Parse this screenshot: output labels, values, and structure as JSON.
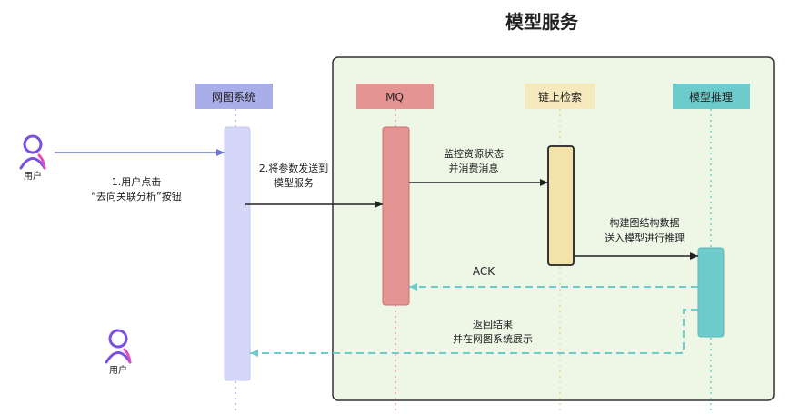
{
  "title": "模型服务",
  "participants": {
    "web": "网图系统",
    "mq": "MQ",
    "chain": "链上检索",
    "model": "模型推理"
  },
  "actors": {
    "top": "用户",
    "bottom": "用户"
  },
  "messages": {
    "m1": [
      "1.用户点击",
      "“去向关联分析”按钮"
    ],
    "m2": [
      "2.将参数发送到",
      "模型服务"
    ],
    "m3": [
      "监控资源状态",
      "并消费消息"
    ],
    "m4": [
      "构建图结构数据",
      "送入模型进行推理"
    ],
    "m5": "ACK",
    "m6": [
      "返回结果",
      "并在网图系统展示"
    ]
  },
  "colors": {
    "frame_bg": "#eef6e6",
    "frame_border": "#333333",
    "web": "#a9aee8",
    "web_bar": "#d4d7f7",
    "mq": "#e59494",
    "chain": "#f6e9bd",
    "chain_bar": "#f3e2a9",
    "model": "#6ecbcb",
    "user": "#7b4fe0",
    "user_accent": "#e04fc0",
    "arrow_solid": "#222222",
    "arrow_blue": "#6a73e0",
    "arrow_dashed": "#6ecbcb"
  }
}
